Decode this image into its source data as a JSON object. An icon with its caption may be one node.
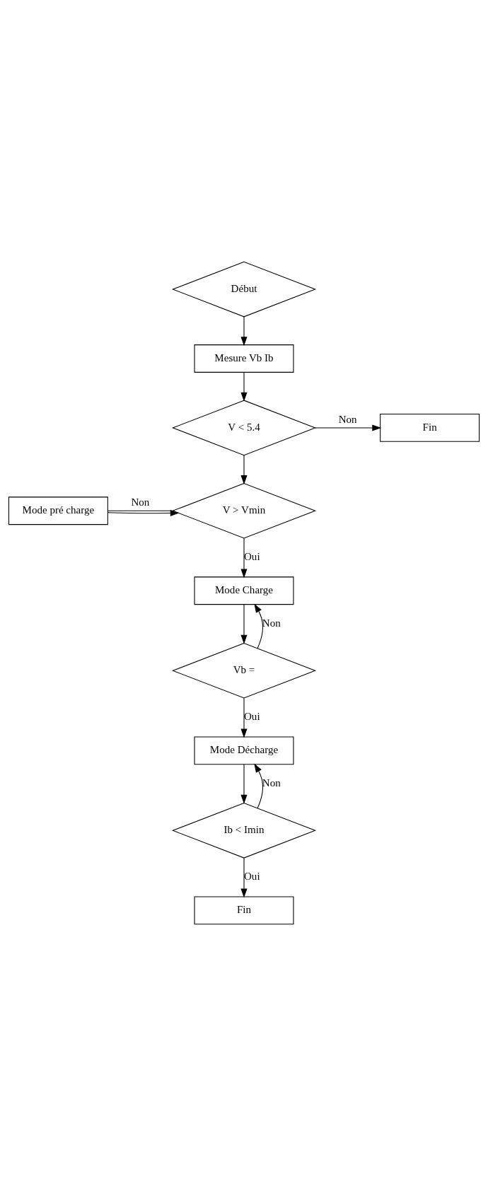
{
  "diagram": {
    "nodes": [
      {
        "text": [
          "Début"
        ]
      },
      {
        "text": [
          "Mesure Vb Ib"
        ]
      },
      {
        "text": [
          "V < 5.4"
        ]
      },
      {
        "text": [
          "Fin"
        ]
      },
      {
        "text": [
          "Mode pré charge"
        ]
      },
      {
        "text": [
          "V > Vmin"
        ]
      },
      {
        "text": [
          "Mode Charge"
        ]
      },
      {
        "text": [
          "Vb ="
        ]
      },
      {
        "text": [
          "Mode Décharge"
        ]
      },
      {
        "text": [
          "Ib < Imin"
        ]
      },
      {
        "text": [
          "Fin"
        ]
      }
    ],
    "edges": [
      {
        "from": 0,
        "to": 1,
        "arrow": "to"
      },
      {
        "from": 1,
        "to": 2,
        "arrow": "to"
      },
      {
        "from": 2,
        "to": 3,
        "arrow": "to",
        "label": "Non"
      },
      {
        "from": 2,
        "to": 5,
        "arrow": "to"
      },
      {
        "from": 5,
        "to": 4,
        "arrow": "none",
        "label": "Non"
      },
      {
        "from": 4,
        "to": 5,
        "arrow": "to"
      },
      {
        "from": 5,
        "to": 6,
        "arrow": "to",
        "label": "Oui"
      },
      {
        "from": 6,
        "to": 7,
        "arrow": "to"
      },
      {
        "from": 7,
        "to": 6,
        "arrow": "to",
        "label": "Non"
      },
      {
        "from": 7,
        "to": 8,
        "arrow": "to",
        "label": "Oui"
      },
      {
        "from": 8,
        "to": 9,
        "arrow": "to"
      },
      {
        "from": 9,
        "to": 8,
        "arrow": "to",
        "label": "Non"
      },
      {
        "from": 9,
        "to": 10,
        "arrow": "to",
        "label": "Oui"
      }
    ]
  }
}
